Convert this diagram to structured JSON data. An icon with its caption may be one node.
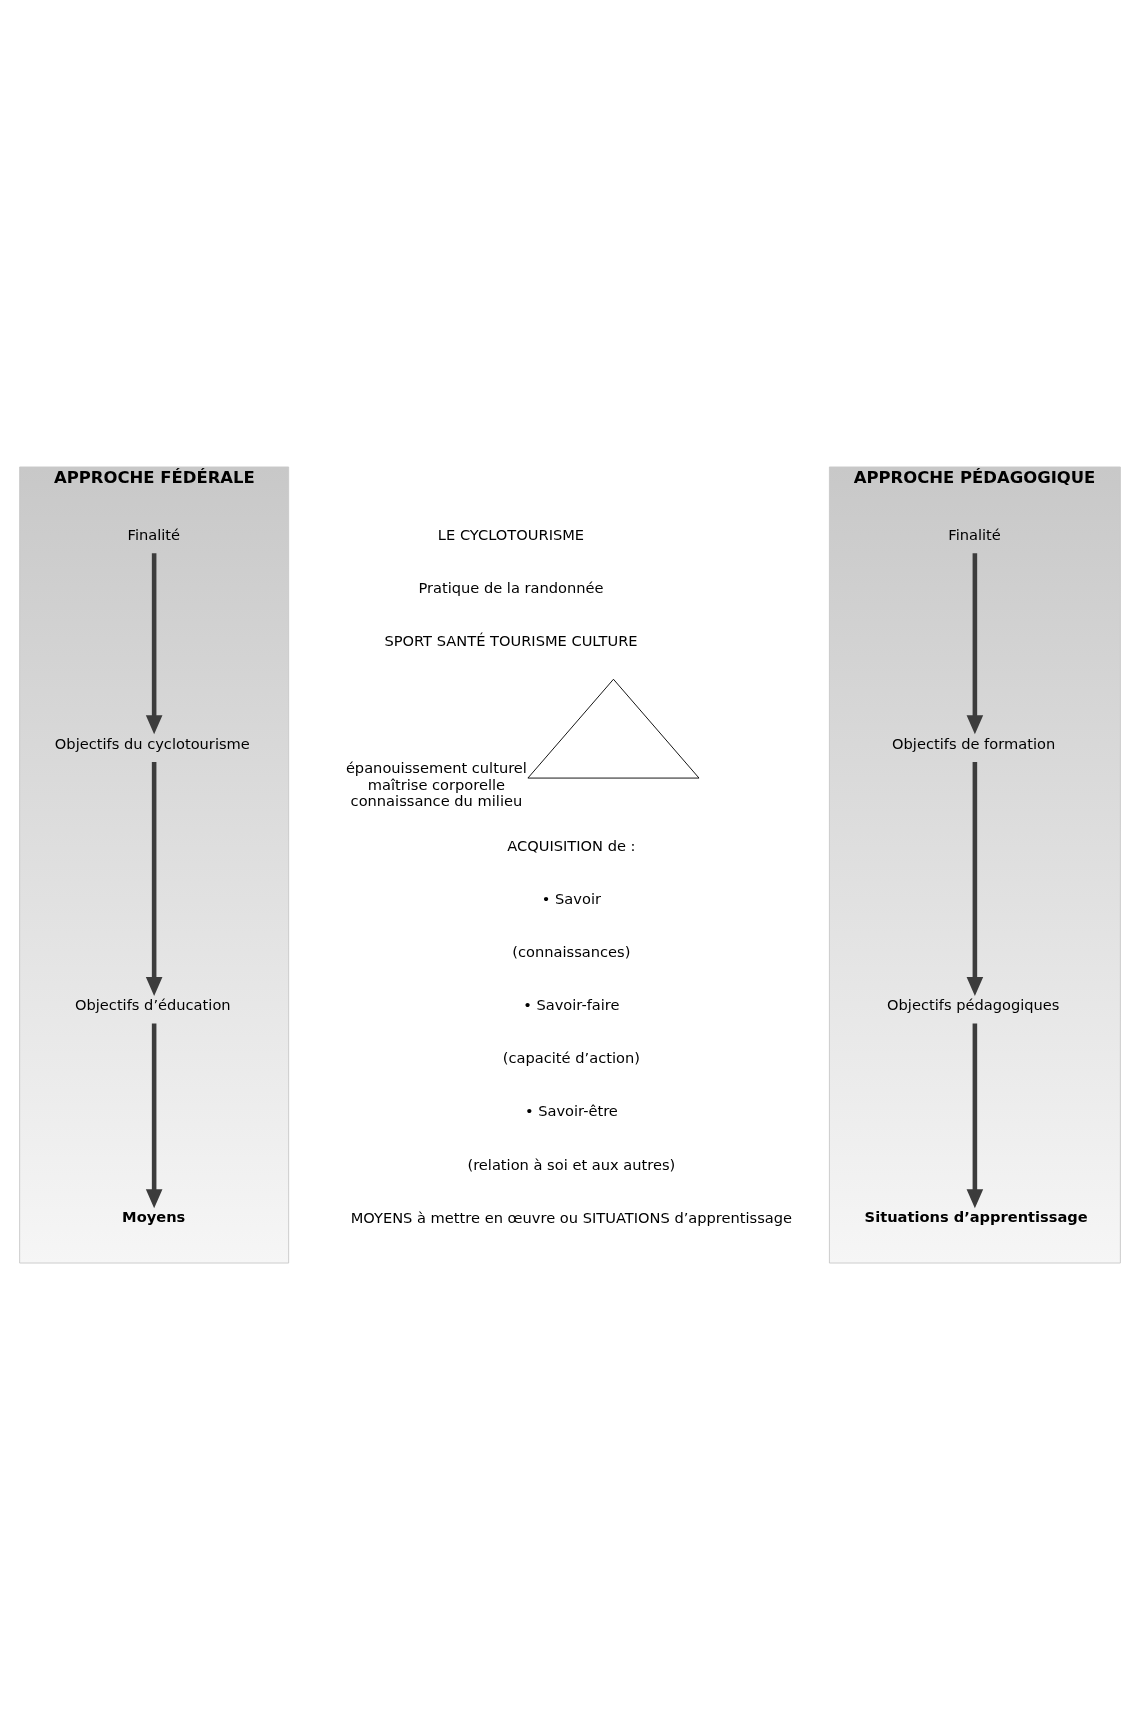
{
  "diagram": {
    "nodes": [
      {
        "text": [
          "APPROCHE FÉDÉRALE"
        ]
      },
      {
        "text": [
          "Finalité"
        ],
        "in": 0
      },
      {
        "text": [
          "Objectifs du cyclotourisme"
        ],
        "in": 0
      },
      {
        "text": [
          "Objectifs d’éducation"
        ],
        "in": 0
      },
      {
        "text": [
          "Moyens"
        ],
        "in": 0
      },
      {
        "text": [
          "APPROCHE PÉDAGOGIQUE"
        ]
      },
      {
        "text": [
          "Finalité"
        ],
        "in": 5
      },
      {
        "text": [
          "Objectifs de formation"
        ],
        "in": 5
      },
      {
        "text": [
          "Objectifs pédagogiques"
        ],
        "in": 5
      },
      {
        "text": [
          "Situations d’apprentissage"
        ],
        "in": 5
      },
      {
        "text": [],
        "shape": "triangle",
        "beside": [
          "épanouissement culturel",
          "maîtrise corporelle",
          "connaissance du milieu"
        ]
      }
    ],
    "edges": [
      {
        "from": 1,
        "to": 2,
        "arrow": "to"
      },
      {
        "from": 2,
        "to": 3,
        "arrow": "to"
      },
      {
        "from": 3,
        "to": 4,
        "arrow": "to"
      },
      {
        "from": 6,
        "to": 7,
        "arrow": "to"
      },
      {
        "from": 7,
        "to": 8,
        "arrow": "to"
      },
      {
        "from": 8,
        "to": 9,
        "arrow": "to"
      }
    ],
    "labels": [
      "LE CYCLOTOURISME",
      "Pratique de la randonnée",
      "SPORT SANTÉ TOURISME CULTURE",
      "ACQUISITION de :",
      "• Savoir",
      "(connaissances)",
      "• Savoir-faire",
      "(capacité d’action)",
      "• Savoir-être",
      "(relation à soi et aux autres)",
      "MOYENS à mettre en œuvre ou SITUATIONS d’apprentissage"
    ]
  }
}
